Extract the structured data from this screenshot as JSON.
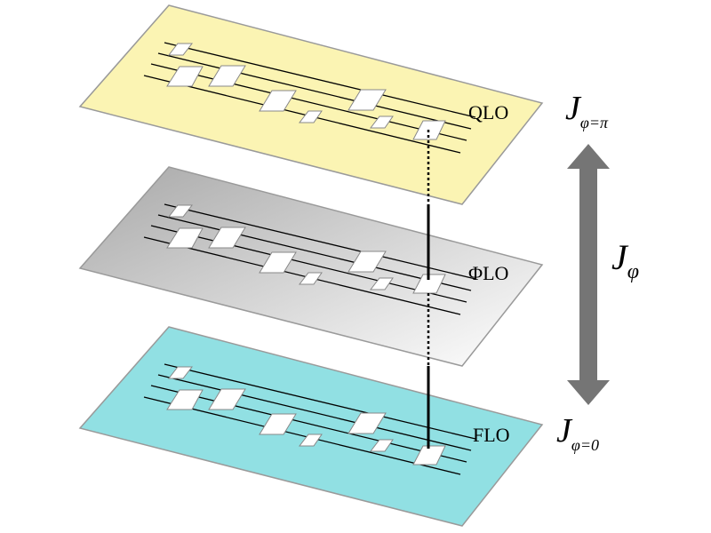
{
  "planes": [
    {
      "id": "top",
      "label": "QLO",
      "fill": "#fbf4b3"
    },
    {
      "id": "middle",
      "label": "ΦLO",
      "fill_from": "#a8a8a8",
      "fill_to": "#ffffff"
    },
    {
      "id": "bottom",
      "label": "FLO",
      "fill": "#91e0e3"
    }
  ],
  "side_labels": {
    "top": {
      "main": "J",
      "sub": "φ=π"
    },
    "middle": {
      "main": "J",
      "sub": "φ"
    },
    "bottom": {
      "main": "J",
      "sub": "φ=0"
    }
  },
  "colors": {
    "plane_stroke": "#9a9a9a",
    "arrow": "#757575",
    "line": "#000000",
    "square": "#ffffff"
  },
  "icons": {
    "vertical_arrow": "double-headed-arrow"
  }
}
